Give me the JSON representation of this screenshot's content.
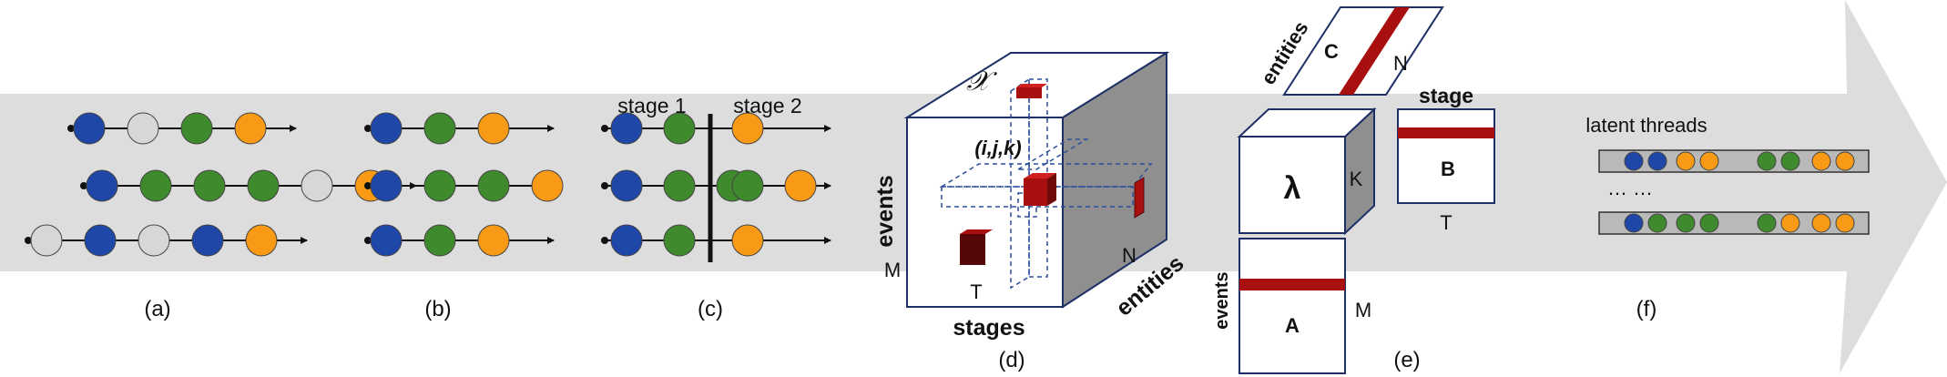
{
  "colors": {
    "blue": "#1f47a8",
    "green": "#3f8a2c",
    "gray": "#d7d7d7",
    "orange": "#f99a16",
    "red": "#a80f0f",
    "dark_red": "#560808",
    "arrow_band": "#dddddd",
    "cube_side": "#8f8f8f",
    "frame": "#1e2f66"
  },
  "panels": {
    "a": {
      "caption": "(a)",
      "rows": [
        [
          "blue",
          "gray",
          "green",
          "orange"
        ],
        [
          "blue",
          "green",
          "green",
          "green",
          "gray",
          "orange"
        ],
        [
          "gray",
          "blue",
          "gray",
          "blue",
          "orange"
        ]
      ]
    },
    "b": {
      "caption": "(b)",
      "rows": [
        [
          "blue",
          "green",
          "orange"
        ],
        [
          "blue",
          "green",
          "green",
          "orange"
        ],
        [
          "blue",
          "green",
          "orange"
        ]
      ]
    },
    "c": {
      "caption": "(c)",
      "stage1_label": "stage 1",
      "stage2_label": "stage 2",
      "stage1_rows": [
        [
          "blue",
          "green"
        ],
        [
          "blue",
          "green",
          "green"
        ],
        [
          "blue",
          "green"
        ]
      ],
      "stage2_rows": [
        [
          "orange"
        ],
        [
          "green",
          "orange"
        ],
        [
          "orange"
        ]
      ]
    },
    "d": {
      "caption": "(d)",
      "tensor_symbol": "𝒳",
      "index_label": "(i,j,k)",
      "events_label": "events",
      "stages_label": "stages",
      "entities_label": "entities",
      "m_label": "M",
      "t_label": "T",
      "n_label": "N"
    },
    "e": {
      "caption": "(e)",
      "entities_label": "entities",
      "c_label": "C",
      "n_label": "N",
      "stage_label": "stage",
      "b_label": "B",
      "t_label": "T",
      "lambda_label": "λ",
      "k_label": "K",
      "events_label": "events",
      "a_label": "A",
      "m_label": "M"
    },
    "f": {
      "caption": "(f)",
      "title": "latent threads",
      "ellipsis": "… …",
      "threads": [
        [
          "blue",
          "blue",
          "orange",
          "orange",
          "green",
          "green",
          "orange",
          "orange"
        ],
        [
          "blue",
          "green",
          "green",
          "green",
          "green",
          "orange",
          "orange",
          "orange"
        ]
      ]
    }
  }
}
